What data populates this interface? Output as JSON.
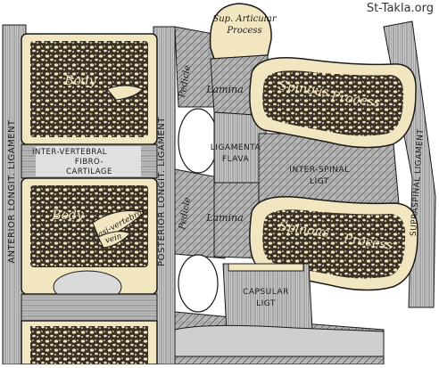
{
  "watermark": "St-Takla.org",
  "labels": {
    "sup_articular_1": "Sup. Articular",
    "sup_articular_2": "Process",
    "body_top": "Body",
    "body_lower": "Body",
    "pedicle_top": "Pedicle",
    "pedicle_lower": "Pedicle",
    "lamina_top": "Lamina",
    "lamina_lower": "Lamina",
    "spinous_top_1": "Spinous",
    "spinous_top_2": "Process",
    "spinous_lower_1": "Spinous",
    "spinous_lower_2": "Process",
    "intervertebral_1": "INTER-VERTEBRAL",
    "intervertebral_2": "FIBRO-",
    "intervertebral_3": "CARTILAGE",
    "ligamenta_1": "LIGAMENTA",
    "ligamenta_2": "FLAVA",
    "interspinal_1": "INTER-SPINAL",
    "interspinal_2": "LIGT",
    "basi_vertebral": "Basi-vertebral",
    "vein": "vein",
    "capsular_1": "CAPSULAR",
    "capsular_2": "LIGT",
    "anterior_lig": "ANTERIOR  LONGIT.  LIGAMENT",
    "posterior_lig": "POSTERIOR  LONGIT.  LIGAMENT",
    "supraspinal_lig": "SUPRASPINAL  LIGAMENT"
  },
  "colors": {
    "bone": "#f2e6c0",
    "cancellous": "#3a3226",
    "ligament": "#8c8c8c",
    "line": "#1a1a1a"
  }
}
